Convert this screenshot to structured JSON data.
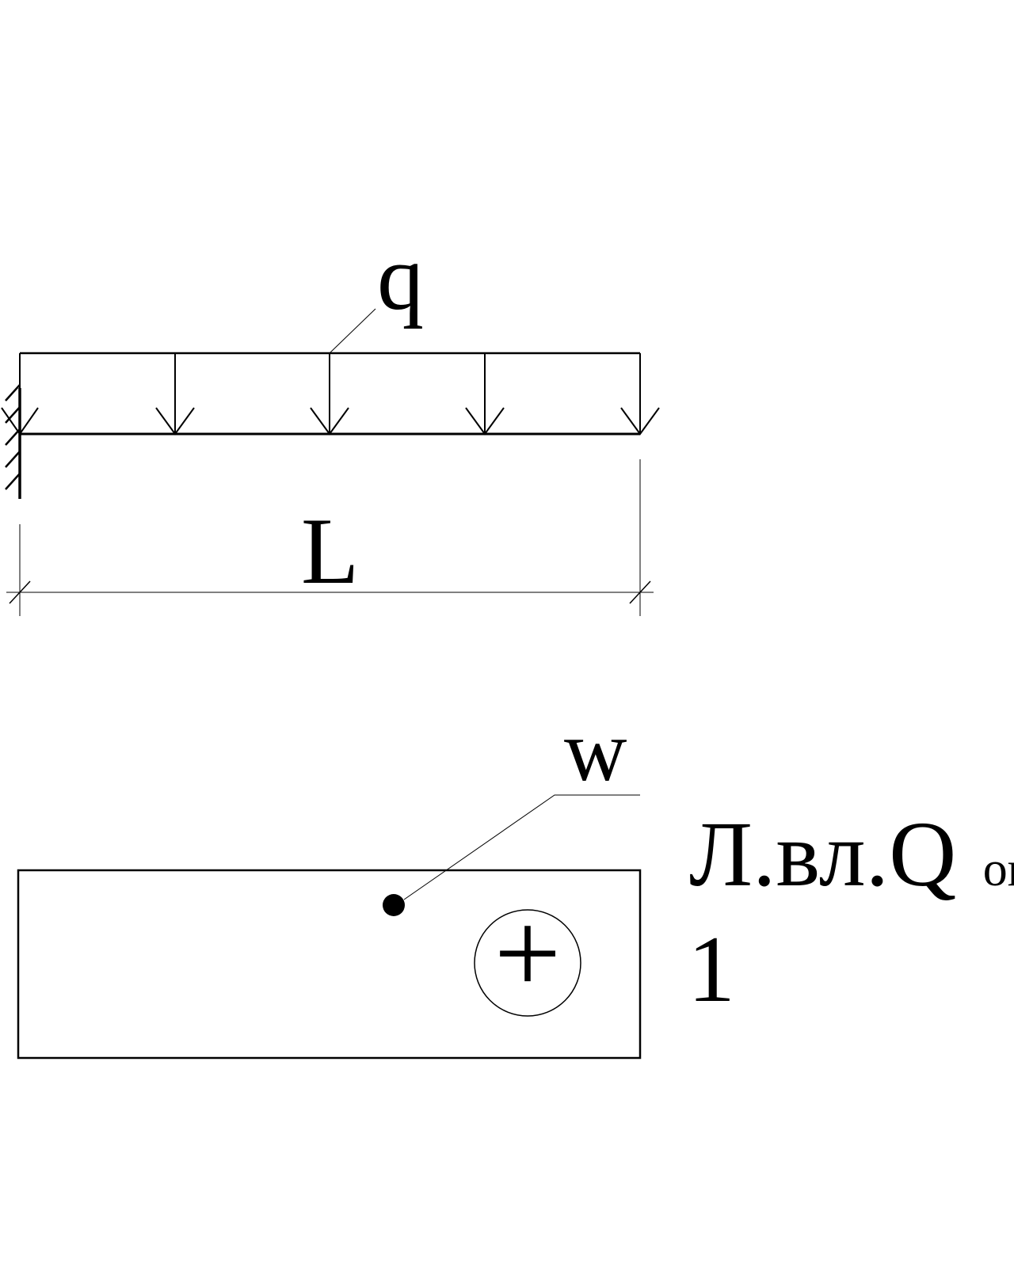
{
  "labels": {
    "load": "q",
    "span": "L",
    "point": "w",
    "influence_line_main": "Л.вл.Q",
    "influence_line_sub": "оп",
    "ordinate": "1",
    "sign": "+"
  },
  "colors": {
    "ink": "#000000",
    "background": "#ffffff"
  }
}
